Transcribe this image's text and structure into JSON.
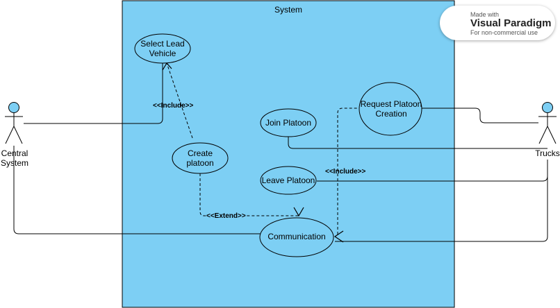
{
  "system": {
    "title": "System",
    "fill": "#7dcff4"
  },
  "actors": {
    "central": {
      "line1": "Central",
      "line2": "System"
    },
    "trucks": {
      "label": "Trucks"
    }
  },
  "use_cases": {
    "select_lead": {
      "line1": "Select Lead",
      "line2": "Vehicle"
    },
    "create_platoon": {
      "line1": "Create",
      "line2": "platoon"
    },
    "join_platoon": {
      "label": "Join Platoon"
    },
    "leave_platoon": {
      "label": "Leave Platoon"
    },
    "request_platoon": {
      "line1": "Request Platoon",
      "line2": "Creation"
    },
    "communication": {
      "label": "Communication"
    }
  },
  "relations": {
    "include_select": "<<Include>>",
    "include_request": "<<Include>>",
    "extend": "<<Extend>>"
  },
  "watermark": {
    "made_with": "Made with",
    "brand": "Visual Paradigm",
    "note": "For non-commercial use"
  },
  "colors": {
    "system_fill": "#7dcff4",
    "actor_head": "#7dcff4",
    "badge_red": "#c9283e"
  }
}
